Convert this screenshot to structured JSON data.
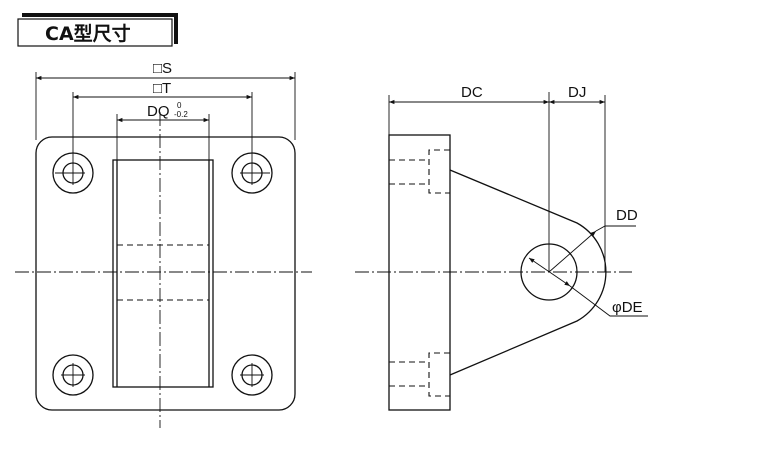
{
  "title": "CA型尺寸",
  "front_view": {
    "dim_s": "□S",
    "dim_t": "□T",
    "dim_dq": "DQ",
    "dq_tol_upper": "0",
    "dq_tol_lower": "-0.2"
  },
  "side_view": {
    "dim_dc": "DC",
    "dim_dj": "DJ",
    "dim_dd": "DD",
    "dim_de": "φDE"
  }
}
